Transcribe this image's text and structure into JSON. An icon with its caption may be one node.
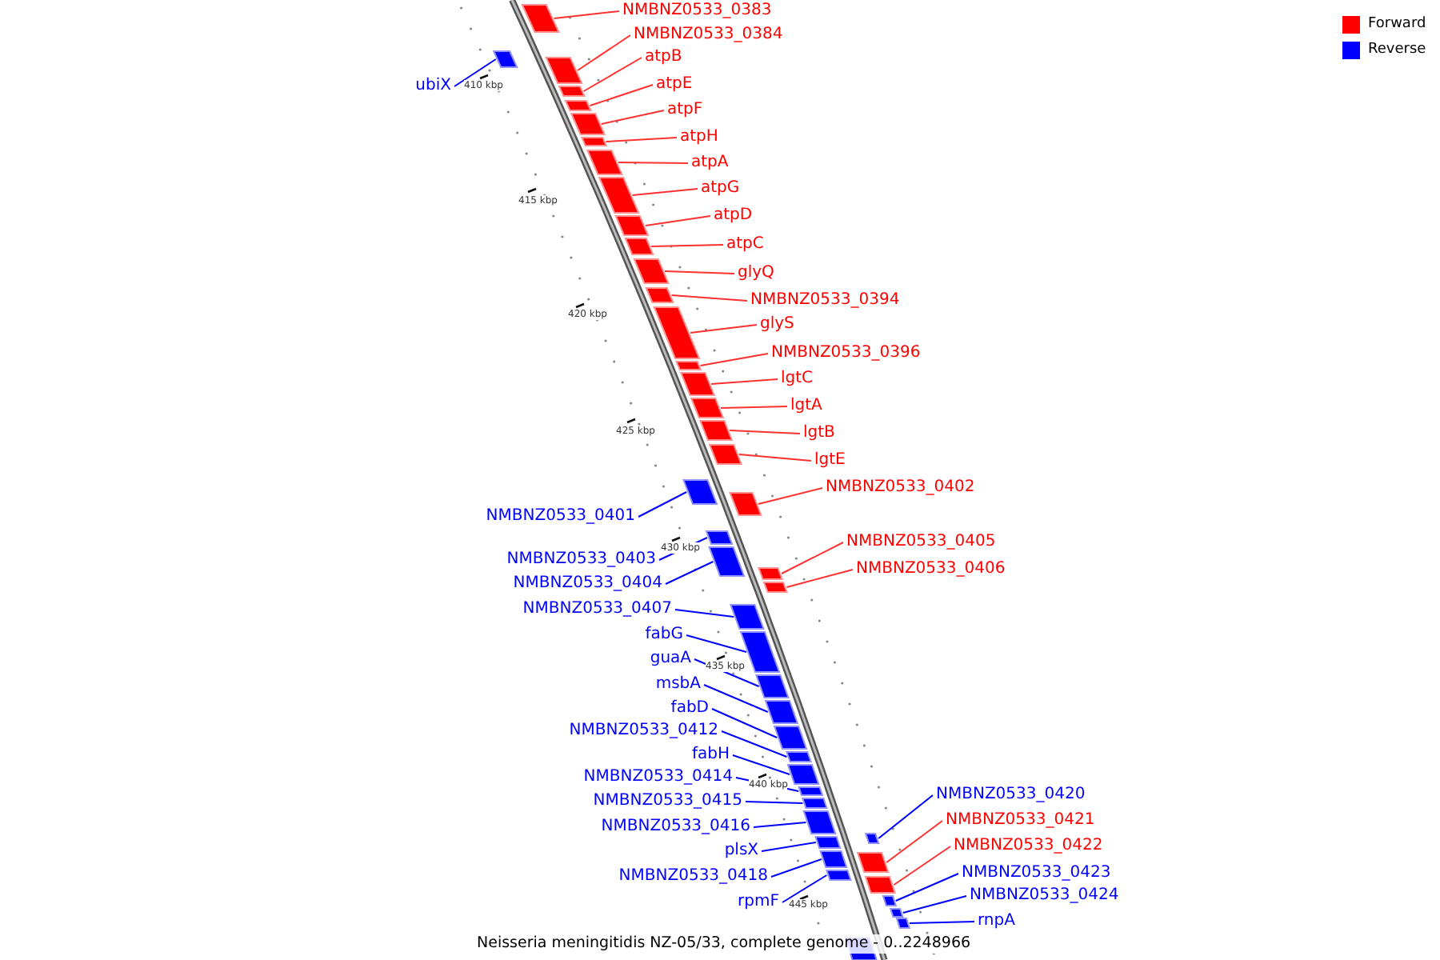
{
  "diagram": {
    "caption": "Neisseria meningitidis NZ-05/33, complete genome - 0..2248966",
    "nodes": [
      {
        "text": [
          "NMBNZ0533_0383"
        ]
      },
      {
        "text": [
          "NMBNZ0533_0384"
        ]
      },
      {
        "text": [
          "atpB"
        ]
      },
      {
        "text": [
          "atpE"
        ]
      },
      {
        "text": [
          "atpF"
        ]
      },
      {
        "text": [
          "atpH"
        ]
      },
      {
        "text": [
          "atpA"
        ]
      },
      {
        "text": [
          "atpG"
        ]
      },
      {
        "text": [
          "atpD"
        ]
      },
      {
        "text": [
          "atpC"
        ]
      },
      {
        "text": [
          "glyQ"
        ]
      },
      {
        "text": [
          "NMBNZ0533_0394"
        ]
      },
      {
        "text": [
          "glyS"
        ]
      },
      {
        "text": [
          "NMBNZ0533_0396"
        ]
      },
      {
        "text": [
          "lgtC"
        ]
      },
      {
        "text": [
          "lgtA"
        ]
      },
      {
        "text": [
          "lgtB"
        ]
      },
      {
        "text": [
          "lgtE"
        ]
      },
      {
        "text": [
          "NMBNZ0533_0402"
        ]
      },
      {
        "text": [
          "NMBNZ0533_0405"
        ]
      },
      {
        "text": [
          "NMBNZ0533_0406"
        ]
      },
      {
        "text": [
          "ubiX"
        ]
      },
      {
        "text": [
          "NMBNZ0533_0401"
        ]
      },
      {
        "text": [
          "NMBNZ0533_0403"
        ]
      },
      {
        "text": [
          "NMBNZ0533_0404"
        ]
      },
      {
        "text": [
          "NMBNZ0533_0407"
        ]
      },
      {
        "text": [
          "fabG"
        ]
      },
      {
        "text": [
          "guaA"
        ]
      },
      {
        "text": [
          "msbA"
        ]
      },
      {
        "text": [
          "fabD"
        ]
      },
      {
        "text": [
          "NMBNZ0533_0412"
        ]
      },
      {
        "text": [
          "fabH"
        ]
      },
      {
        "text": [
          "NMBNZ0533_0414"
        ]
      },
      {
        "text": [
          "NMBNZ0533_0415"
        ]
      },
      {
        "text": [
          "NMBNZ0533_0416"
        ]
      },
      {
        "text": [
          "plsX"
        ]
      },
      {
        "text": [
          "NMBNZ0533_0418"
        ]
      },
      {
        "text": [
          "rpmF"
        ]
      },
      {
        "text": [
          "NMBNZ0533_0420"
        ]
      },
      {
        "text": [
          "NMBNZ0533_0421"
        ]
      },
      {
        "text": [
          "NMBNZ0533_0422"
        ]
      },
      {
        "text": [
          "NMBNZ0533_0423"
        ]
      },
      {
        "text": [
          "NMBNZ0533_0424"
        ]
      },
      {
        "text": [
          "rnpA"
        ]
      },
      {
        "text": [],
        "shape": "bar"
      },
      {
        "text": [],
        "shape": "bar"
      },
      {
        "text": [],
        "shape": "bar"
      },
      {
        "text": [],
        "shape": "bar"
      },
      {
        "text": [],
        "shape": "bar"
      },
      {
        "text": [],
        "shape": "bar"
      },
      {
        "text": [],
        "shape": "bar"
      },
      {
        "text": [],
        "shape": "bar"
      },
      {
        "text": [],
        "shape": "bar"
      },
      {
        "text": [],
        "shape": "bar"
      },
      {
        "text": [],
        "shape": "bar"
      },
      {
        "text": [],
        "shape": "bar"
      },
      {
        "text": [],
        "shape": "bar"
      },
      {
        "text": [],
        "shape": "bar"
      },
      {
        "text": [],
        "shape": "bar"
      },
      {
        "text": [],
        "shape": "bar"
      },
      {
        "text": [],
        "shape": "bar"
      },
      {
        "text": [],
        "shape": "bar"
      },
      {
        "text": [],
        "shape": "bar"
      },
      {
        "text": [],
        "shape": "bar"
      },
      {
        "text": [],
        "shape": "bar"
      },
      {
        "text": [],
        "shape": "bar"
      },
      {
        "text": [],
        "shape": "bar"
      },
      {
        "text": [],
        "shape": "bar"
      },
      {
        "text": [],
        "shape": "bar"
      },
      {
        "text": [],
        "shape": "bar"
      },
      {
        "text": [],
        "shape": "bar"
      },
      {
        "text": [],
        "shape": "bar"
      },
      {
        "text": [],
        "shape": "bar"
      },
      {
        "text": [],
        "shape": "bar"
      },
      {
        "text": [],
        "shape": "bar"
      },
      {
        "text": [],
        "shape": "bar"
      },
      {
        "text": [],
        "shape": "bar"
      },
      {
        "text": [],
        "shape": "bar"
      },
      {
        "text": [],
        "shape": "bar"
      },
      {
        "text": [],
        "shape": "bar"
      },
      {
        "text": [],
        "shape": "bar"
      },
      {
        "text": [],
        "shape": "bar"
      },
      {
        "text": [],
        "shape": "bar"
      },
      {
        "text": [],
        "shape": "bar"
      },
      {
        "text": [],
        "shape": "bar"
      },
      {
        "text": [],
        "shape": "bar"
      },
      {
        "text": [],
        "shape": "bar"
      },
      {
        "text": [],
        "shape": "bar"
      }
    ],
    "edges": [
      {
        "from": 0,
        "to": 44,
        "arrow": "none"
      },
      {
        "from": 1,
        "to": 45,
        "arrow": "none"
      },
      {
        "from": 2,
        "to": 46,
        "arrow": "none"
      },
      {
        "from": 3,
        "to": 47,
        "arrow": "none"
      },
      {
        "from": 4,
        "to": 48,
        "arrow": "none"
      },
      {
        "from": 5,
        "to": 49,
        "arrow": "none"
      },
      {
        "from": 6,
        "to": 50,
        "arrow": "none"
      },
      {
        "from": 7,
        "to": 51,
        "arrow": "none"
      },
      {
        "from": 8,
        "to": 52,
        "arrow": "none"
      },
      {
        "from": 9,
        "to": 53,
        "arrow": "none"
      },
      {
        "from": 10,
        "to": 54,
        "arrow": "none"
      },
      {
        "from": 11,
        "to": 55,
        "arrow": "none"
      },
      {
        "from": 12,
        "to": 56,
        "arrow": "none"
      },
      {
        "from": 13,
        "to": 57,
        "arrow": "none"
      },
      {
        "from": 14,
        "to": 58,
        "arrow": "none"
      },
      {
        "from": 15,
        "to": 59,
        "arrow": "none"
      },
      {
        "from": 16,
        "to": 60,
        "arrow": "none"
      },
      {
        "from": 17,
        "to": 61,
        "arrow": "none"
      },
      {
        "from": 18,
        "to": 62,
        "arrow": "none"
      },
      {
        "from": 19,
        "to": 63,
        "arrow": "none"
      },
      {
        "from": 20,
        "to": 64,
        "arrow": "none"
      },
      {
        "from": 21,
        "to": 65,
        "arrow": "none",
        "color": "#0000ff"
      },
      {
        "from": 22,
        "to": 66,
        "arrow": "none",
        "color": "#0000ff"
      },
      {
        "from": 23,
        "to": 67,
        "arrow": "none",
        "color": "#0000ff"
      },
      {
        "from": 24,
        "to": 68,
        "arrow": "none",
        "color": "#0000ff"
      },
      {
        "from": 25,
        "to": 69,
        "arrow": "none",
        "color": "#0000ff"
      },
      {
        "from": 26,
        "to": 70,
        "arrow": "none",
        "color": "#0000ff"
      },
      {
        "from": 27,
        "to": 71,
        "arrow": "none",
        "color": "#0000ff"
      },
      {
        "from": 28,
        "to": 72,
        "arrow": "none",
        "color": "#0000ff"
      },
      {
        "from": 29,
        "to": 73,
        "arrow": "none",
        "color": "#0000ff"
      },
      {
        "from": 30,
        "to": 74,
        "arrow": "none",
        "color": "#0000ff"
      },
      {
        "from": 31,
        "to": 75,
        "arrow": "none",
        "color": "#0000ff"
      },
      {
        "from": 32,
        "to": 76,
        "arrow": "none",
        "color": "#0000ff"
      },
      {
        "from": 33,
        "to": 77,
        "arrow": "none",
        "color": "#0000ff"
      },
      {
        "from": 34,
        "to": 78,
        "arrow": "none",
        "color": "#0000ff"
      },
      {
        "from": 35,
        "to": 79,
        "arrow": "none",
        "color": "#0000ff"
      },
      {
        "from": 36,
        "to": 80,
        "arrow": "none",
        "color": "#0000ff"
      },
      {
        "from": 37,
        "to": 81,
        "arrow": "none",
        "color": "#0000ff"
      },
      {
        "from": 38,
        "to": 82,
        "arrow": "none",
        "color": "#0000ff"
      },
      {
        "from": 39,
        "to": 83,
        "arrow": "none"
      },
      {
        "from": 40,
        "to": 84,
        "arrow": "none"
      },
      {
        "from": 41,
        "to": 85,
        "arrow": "none",
        "color": "#0000ff"
      },
      {
        "from": 42,
        "to": 86,
        "arrow": "none",
        "color": "#0000ff"
      },
      {
        "from": 43,
        "to": 87,
        "arrow": "none",
        "color": "#0000ff"
      }
    ],
    "labels": [
      "410 kbp",
      "415 kbp",
      "420 kbp",
      "425 kbp",
      "430 kbp",
      "435 kbp",
      "440 kbp",
      "445 kbp"
    ],
    "legend": [
      {
        "text": "Forward",
        "color": "#ff0000"
      },
      {
        "text": "Reverse",
        "color": "#0000ff"
      }
    ]
  }
}
